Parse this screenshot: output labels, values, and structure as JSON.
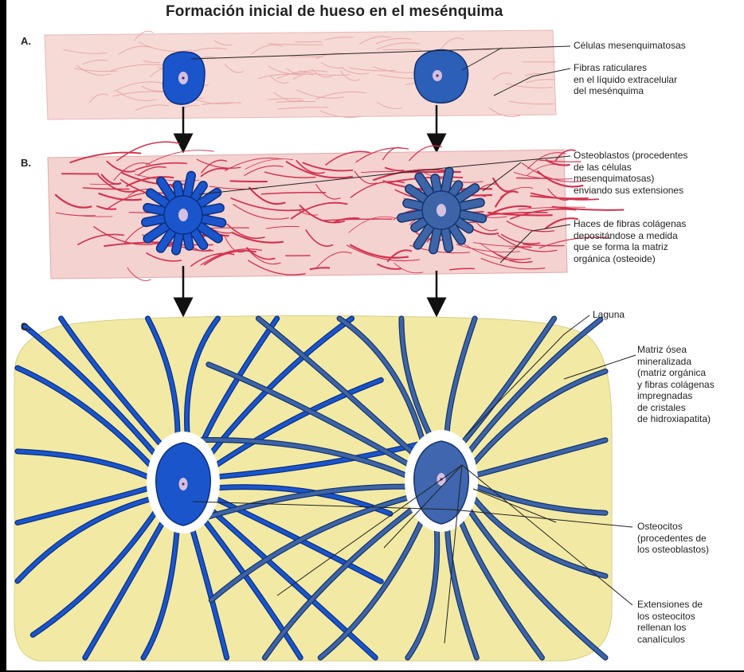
{
  "title": "Formación inicial de hueso en el mesénquima",
  "panels": {
    "a": "A.",
    "b": "B.",
    "c": "C."
  },
  "labels": {
    "mesenchymal_cells": "Células mesenquimatosas",
    "reticular_fibers": [
      "Fibras raticulares",
      "en el líquido extracelular",
      "del mesénquima"
    ],
    "osteoblasts": [
      "Osteoblastos (procedentes",
      "de las células",
      "mesenquimatosas)",
      "enviando sus extensiones"
    ],
    "collagen": [
      "Haces de fibras colágenas",
      "depositándose a medida",
      "que se forma la matriz",
      "orgánica (osteoide)"
    ],
    "lacuna": "Laguna",
    "matrix": [
      "Matriz ósea",
      "mineralizada",
      "(matriz orgánica",
      "y fibras colágenas",
      "impregnadas",
      "de cristales",
      "de hidroxiapatita)"
    ],
    "osteocytes": [
      "Osteocitos",
      "(procedentes de",
      "los osteoblastos)"
    ],
    "extensions": [
      "Extensiones de",
      "los osteocitos",
      "rellenan los",
      "canalículos"
    ]
  },
  "colors": {
    "tissue_pink": "#f6dad6",
    "collagen_red": "#d2304c",
    "bone_yellow": "#f2eaa4",
    "cell_blue": "#1a55cc",
    "cell_slate": "#3e64a8",
    "nucleus": "#d6c0e0"
  }
}
